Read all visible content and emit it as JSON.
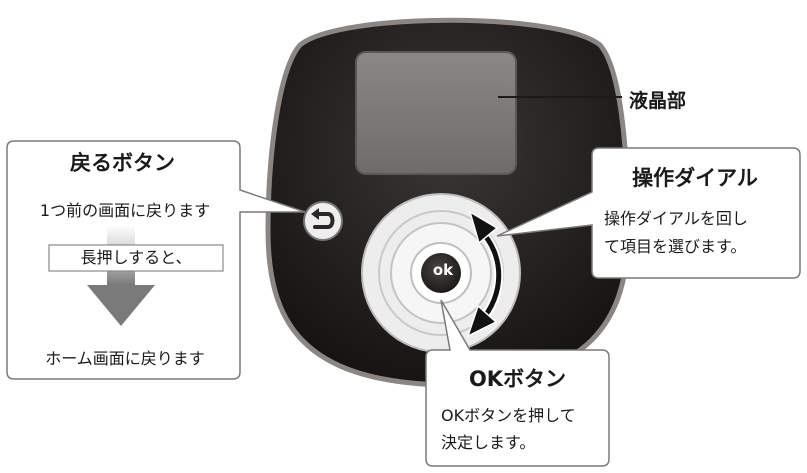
{
  "labels": {
    "lcd": "液晶部",
    "back_button": {
      "title": "戻るボタン",
      "line1": "1つ前の画面に戻ります",
      "long_press": "長押しすると、",
      "line2": "ホーム画面に戻ります"
    },
    "dial": {
      "title": "操作ダイアル",
      "body_line1": "操作ダイアルを回し",
      "body_line2": "て項目を選びます。"
    },
    "ok_button": {
      "title": "OKボタン",
      "body_line1": "OKボタンを押して",
      "body_line2": "決定します。",
      "key_label": "ok"
    }
  },
  "icons": {
    "back": "return-arrow-icon",
    "dial_arrow": "curved-double-arrow-icon"
  },
  "colors": {
    "device_body": "#1e1b1a",
    "device_rim": "#8a8684",
    "screen": "#7a7877",
    "dial_face": "#f2f2f2",
    "ok_key": "#2b2725",
    "callout_border": "#7a7a7a"
  }
}
